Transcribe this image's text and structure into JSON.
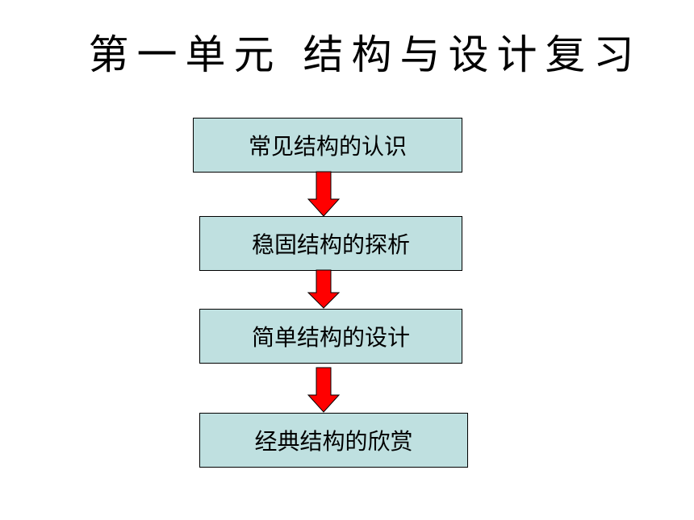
{
  "title": "第一单元 结构与设计复习",
  "steps": [
    {
      "label": "常见结构的认识"
    },
    {
      "label": "稳固结构的探析"
    },
    {
      "label": "简单结构的设计"
    },
    {
      "label": "经典结构的欣赏"
    }
  ],
  "colors": {
    "box_fill": "#bfe0e0",
    "box_border": "#000000",
    "arrow_fill": "#ff0000",
    "arrow_stroke": "#000000"
  }
}
